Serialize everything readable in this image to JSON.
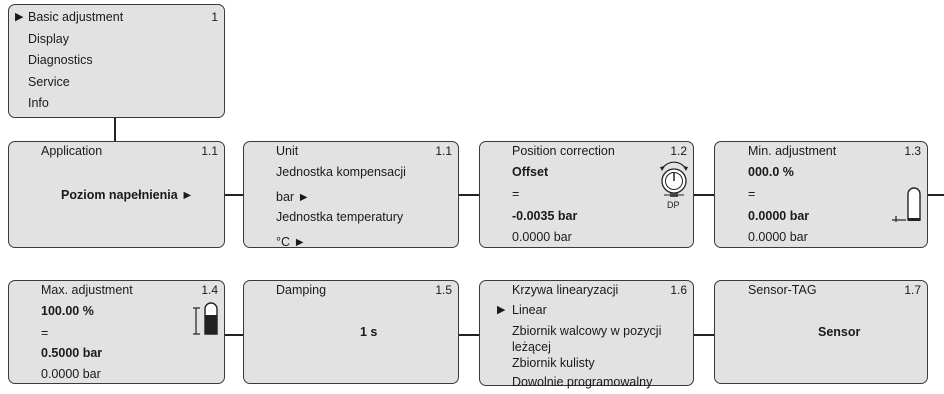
{
  "menu": {
    "arrow": "▶",
    "items": [
      "Basic adjustment",
      "Display",
      "Diagnostics",
      "Service",
      "Info"
    ],
    "number": "1"
  },
  "row1": {
    "application": {
      "title": "Application",
      "number": "1.1",
      "value": "Poziom napełnienia ►"
    },
    "unit": {
      "title": "Unit",
      "number": "1.1",
      "lines": [
        "Jednostka kompensacji",
        "bar ►",
        "Jednostka temperatury",
        "°C ►"
      ]
    },
    "position_correction": {
      "title": "Position correction",
      "number": "1.2",
      "offset_label": "Offset",
      "equals": "=",
      "value": "-0.0035 bar",
      "current": "0.0000 bar",
      "icon_label": "DP"
    },
    "min_adjustment": {
      "title": "Min. adjustment",
      "number": "1.3",
      "percent": "000.0 %",
      "equals": "=",
      "value": "0.0000 bar",
      "current": "0.0000 bar"
    }
  },
  "row2": {
    "max_adjustment": {
      "title": "Max. adjustment",
      "number": "1.4",
      "percent": "100.00 %",
      "equals": "=",
      "value": "0.5000 bar",
      "current": "0.0000 bar"
    },
    "damping": {
      "title": "Damping",
      "number": "1.5",
      "value": "1 s"
    },
    "linearization": {
      "title": "Krzywa linearyzacji",
      "number": "1.6",
      "arrow": "▶",
      "options": [
        "Linear",
        "Zbiornik walcowy w pozycji leżącej",
        "Zbiornik kulisty",
        "Dowolnie programowalny"
      ]
    },
    "sensor_tag": {
      "title": "Sensor-TAG",
      "number": "1.7",
      "value": "Sensor"
    }
  }
}
